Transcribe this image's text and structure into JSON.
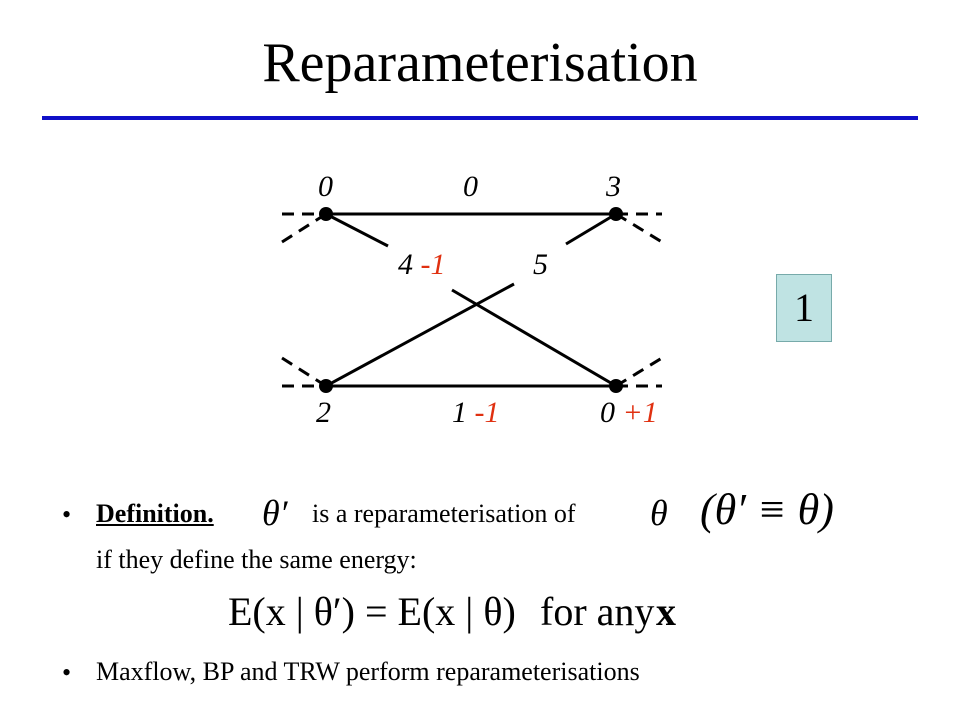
{
  "title": "Reparameterisation",
  "badge": "1",
  "graph": {
    "top_labels": [
      "0",
      "0",
      "3"
    ],
    "bottom_labels": [
      "2",
      "1",
      "0"
    ],
    "bottom_mid_delta": "-1",
    "bottom_right_delta": "+1",
    "cross_labels": [
      "4",
      "5"
    ],
    "cross_left_delta": "-1",
    "delta_color": "#e03010"
  },
  "definition": {
    "bullet": "•",
    "heading": "Definition.",
    "theta_prime": "θ′",
    "text1": "is a reparameterisation of",
    "theta": "θ",
    "equiv": "(θ′ ≡ θ)",
    "line2": "if they define the same energy:",
    "formula_left": "E(x | θ′) = E(x | θ)",
    "formula_right": "for any",
    "formula_x": "x"
  },
  "bullet2": {
    "bullet": "•",
    "text": "Maxflow, BP and TRW perform reparameterisations"
  }
}
